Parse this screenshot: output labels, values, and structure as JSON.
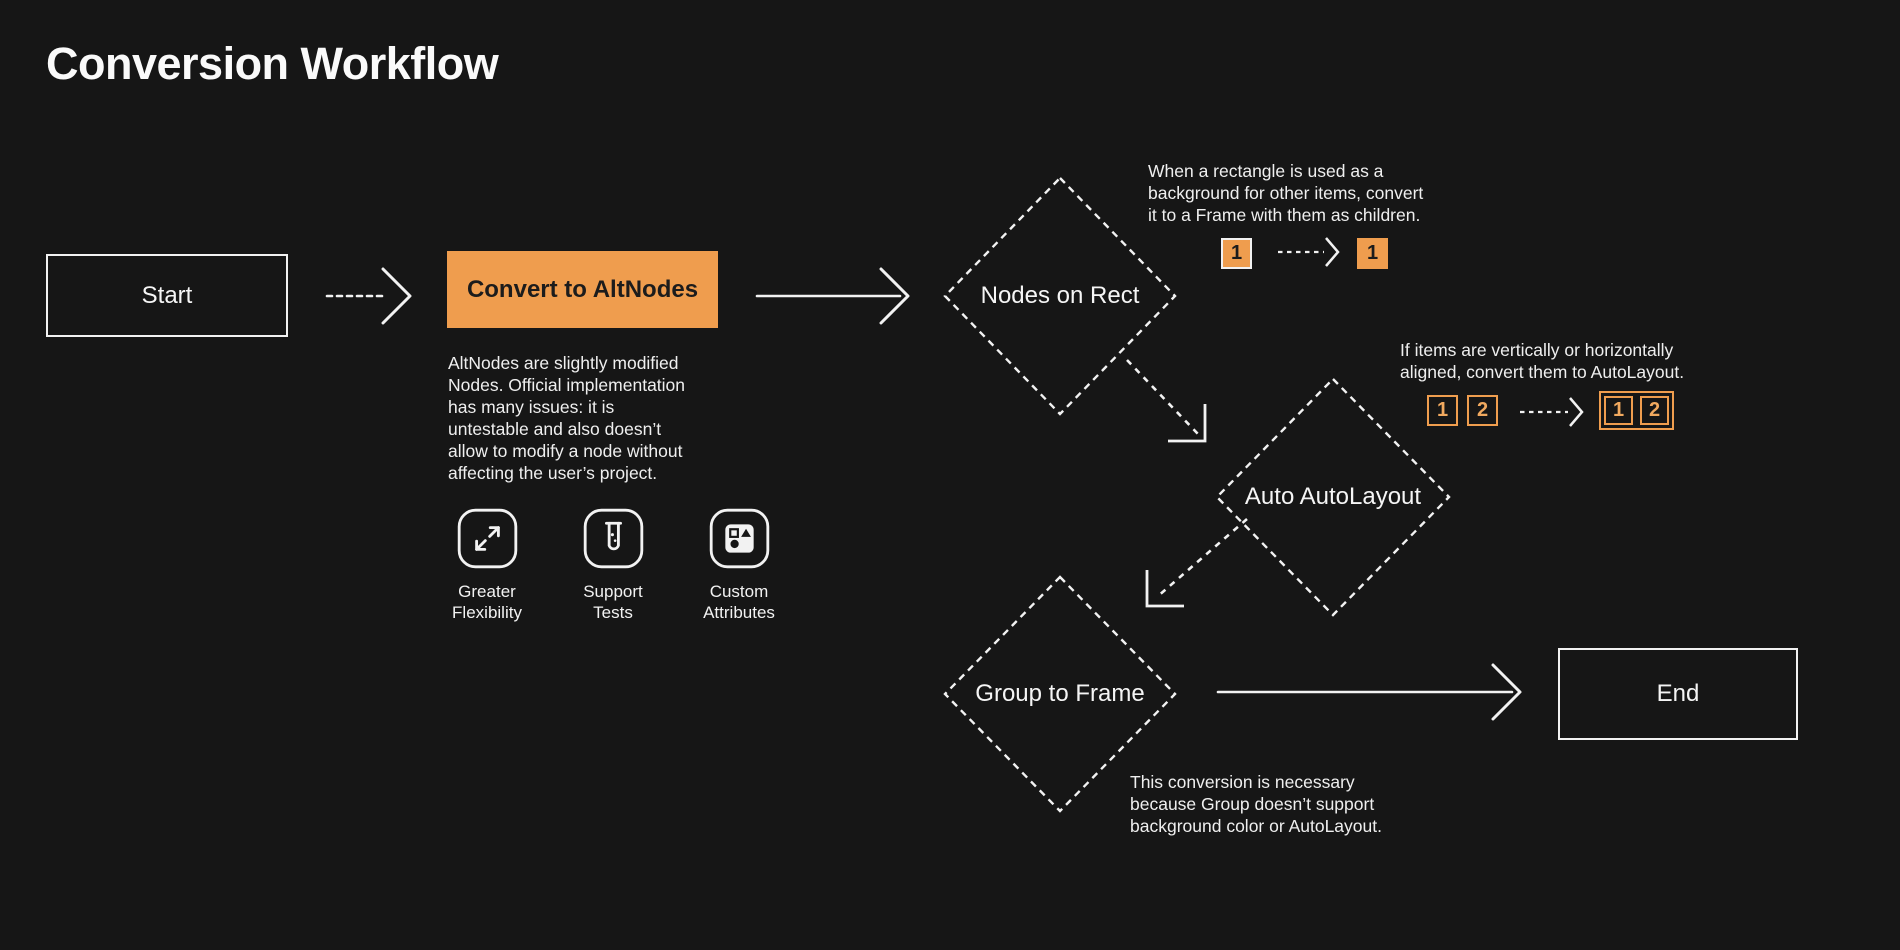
{
  "page": {
    "title": "Conversion Workflow",
    "background": "#161616"
  },
  "colors": {
    "background": "#161616",
    "accent_orange": "#EF9D4E",
    "line_white": "#F2F2F2",
    "text_light": "#EFEFEF",
    "text_dark": "#1C1C1C"
  },
  "nodes": {
    "start": {
      "label": "Start",
      "type": "terminator"
    },
    "convert": {
      "label": "Convert to AltNodes",
      "type": "process"
    },
    "nodes_on_rect": {
      "label": "Nodes on Rect",
      "type": "decision"
    },
    "auto_autolayout": {
      "label": "Auto AutoLayout",
      "type": "decision"
    },
    "group_to_frame": {
      "label": "Group to Frame",
      "type": "decision"
    },
    "end": {
      "label": "End",
      "type": "terminator"
    }
  },
  "altnodes_note": "AltNodes are slightly modified\nNodes. Official implementation\nhas many issues: it is\nuntestable and also doesn’t\nallow to modify a node without\naffecting the user’s project.",
  "features": [
    {
      "icon": "expand-arrows-icon",
      "label": "Greater\nFlexibility"
    },
    {
      "icon": "test-tube-icon",
      "label": "Support\nTests"
    },
    {
      "icon": "component-shapes-icon",
      "label": "Custom\nAttributes"
    }
  ],
  "annotations": {
    "rect_to_frame": "When a rectangle is used as a\nbackground for other items, convert\nit to a Frame with them as children.",
    "autolayout": "If items are vertically or horizontally\naligned, convert them to AutoLayout.",
    "group_to_frame": "This conversion is necessary\nbecause Group doesn’t support\nbackground color or AutoLayout."
  },
  "mini_diagrams": {
    "rect_to_frame": {
      "before": "1",
      "after": "1"
    },
    "autolayout": {
      "before": [
        "1",
        "2"
      ],
      "after": [
        "1",
        "2"
      ]
    }
  }
}
